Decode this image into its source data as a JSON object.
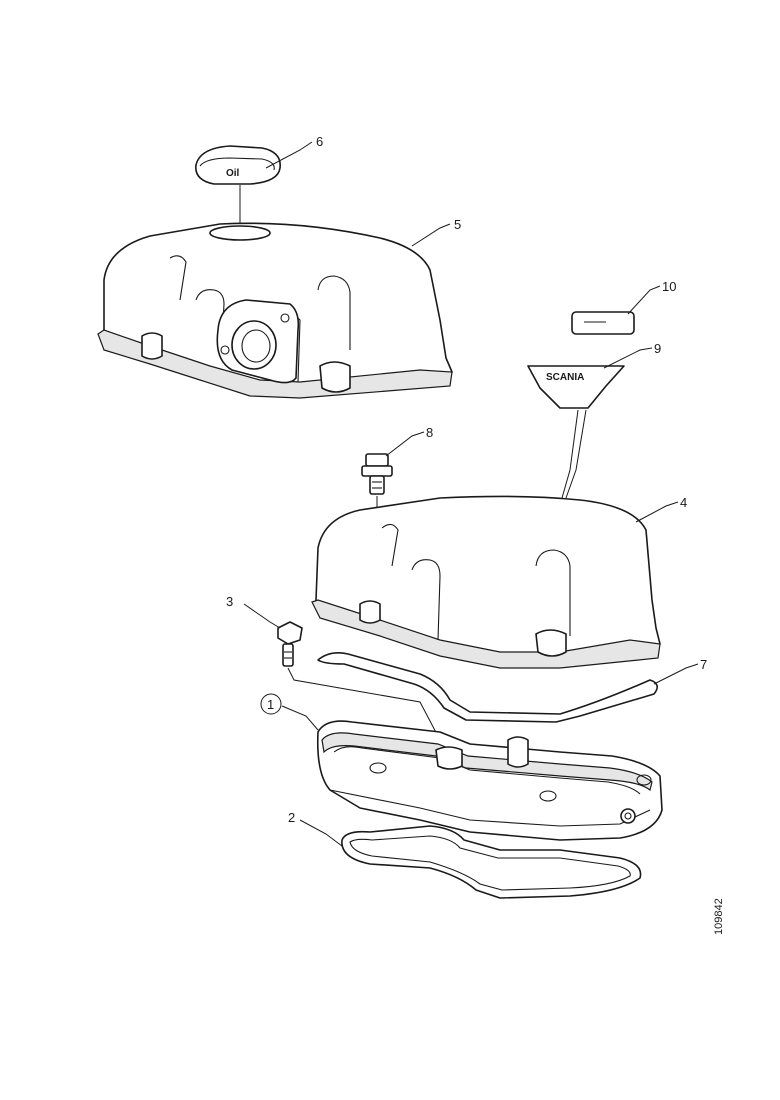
{
  "callouts": {
    "c1": "1",
    "c2": "2",
    "c3": "3",
    "c4": "4",
    "c5": "5",
    "c6": "6",
    "c7": "7",
    "c8": "8",
    "c9": "9",
    "c10": "10"
  },
  "decal_brand": "SCANIA",
  "oil_cap_text": "Oil",
  "drawing_number": "109842"
}
